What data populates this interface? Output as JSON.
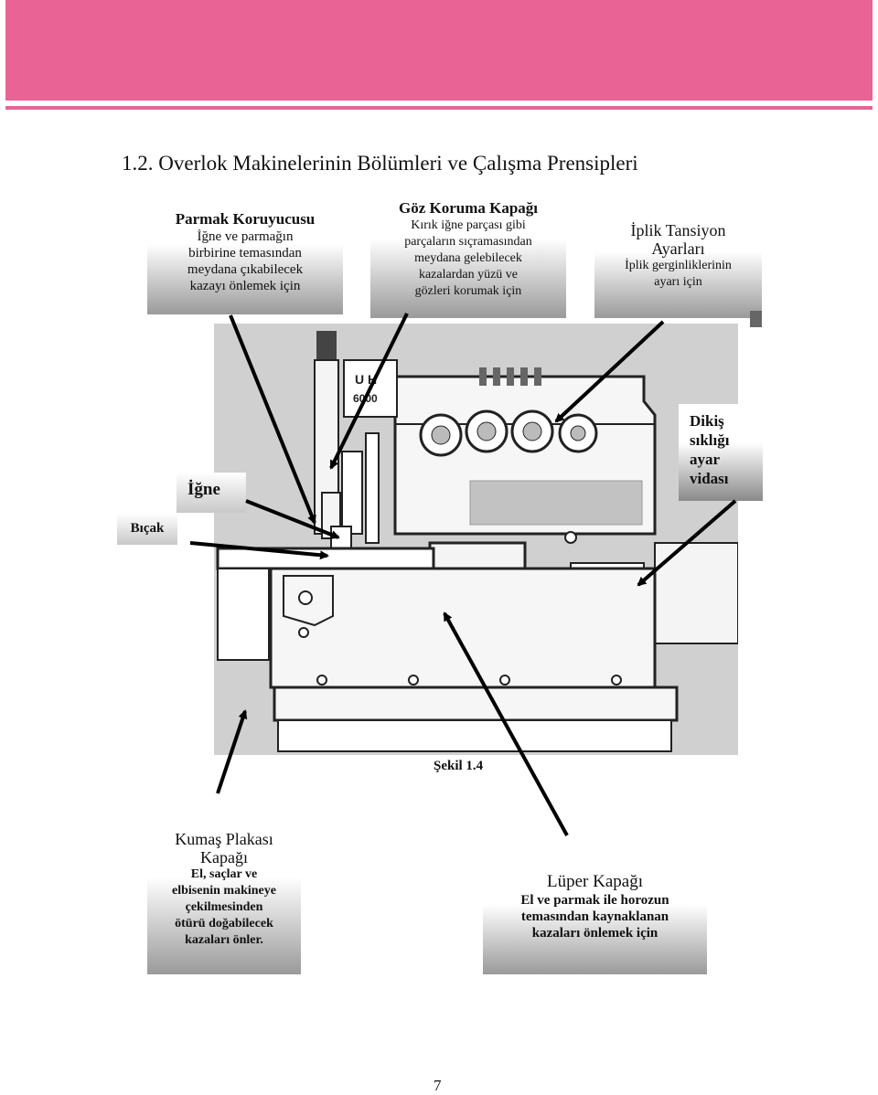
{
  "header": {
    "color": "#e96394"
  },
  "title": "1.2. Overlok Makinelerinin Bölümleri ve Çalışma Prensipleri",
  "callouts": {
    "parmak": {
      "title": "Parmak Koruyucusu",
      "desc": [
        "İğne ve parmağın",
        "birbirine temasından",
        "meydana çıkabilecek",
        "kazayı önlemek için"
      ]
    },
    "goz": {
      "title": "Göz Koruma Kapağı",
      "desc": [
        "Kırık iğne parçası gibi",
        "parçaların sıçramasından",
        "meydana gelebilecek",
        "kazalardan yüzü ve",
        "gözleri korumak için"
      ]
    },
    "iplik": {
      "title": [
        "İplik Tansiyon",
        "Ayarları"
      ],
      "desc": [
        "İplik gerginliklerinin",
        "ayarı için"
      ]
    },
    "dikis": {
      "title": [
        "Dikiş",
        "sıklığı",
        "ayar",
        "vidası"
      ]
    },
    "igne": {
      "label": "İğne"
    },
    "bicak": {
      "label": "Bıçak"
    },
    "kumas": {
      "title": [
        "Kumaş Plakası",
        "Kapağı"
      ],
      "desc": [
        "El, saçlar ve",
        "elbisenin makineye",
        "çekilmesinden",
        "ötürü doğabilecek",
        "kazaları önler."
      ]
    },
    "luper": {
      "title": "Lüper Kapağı",
      "desc": [
        "El ve parmak ile horozun",
        "temasından kaynaklanan",
        "kazaları önlemek için"
      ]
    }
  },
  "machine": {
    "panel_text": [
      "U H",
      "6000"
    ]
  },
  "caption": "Şekil 1.4",
  "page_number": "7"
}
